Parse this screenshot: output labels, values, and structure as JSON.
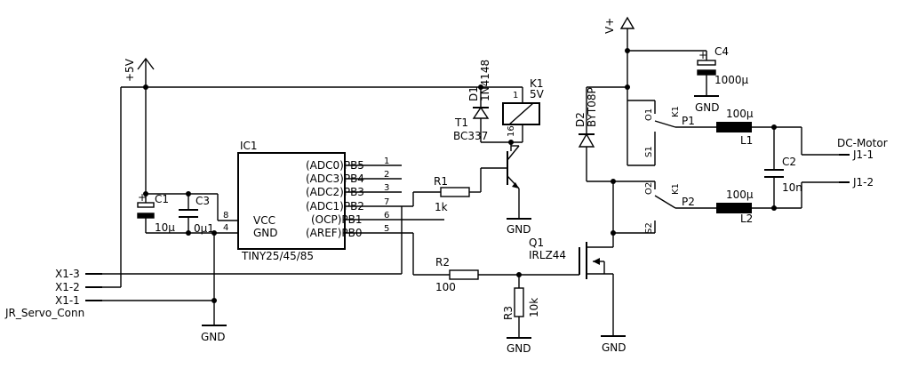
{
  "ic1": {
    "name": "IC1",
    "part": "TINY25/45/85",
    "pins_left": [
      {
        "num": "8",
        "label": "VCC"
      },
      {
        "num": "4",
        "label": "GND"
      }
    ],
    "pins_right": [
      {
        "num": "1",
        "label": "(ADC0)PB5"
      },
      {
        "num": "2",
        "label": "(ADC3)PB4"
      },
      {
        "num": "3",
        "label": "(ADC2)PB3"
      },
      {
        "num": "7",
        "label": "(ADC1)PB2"
      },
      {
        "num": "6",
        "label": "(OCP)PB1"
      },
      {
        "num": "5",
        "label": "(AREF)PB0"
      }
    ]
  },
  "supply": {
    "plus5v": "+5V",
    "vplus": "V+",
    "gnd": "GND"
  },
  "c1": {
    "name": "C1",
    "value": "10µ"
  },
  "c3": {
    "name": "C3",
    "value": "0µ1"
  },
  "c4": {
    "name": "C4",
    "value": "1000µ"
  },
  "c2": {
    "name": "C2",
    "value": "10n"
  },
  "d1": {
    "name": "D1",
    "value": "1N4148"
  },
  "d2": {
    "name": "D2",
    "value": "BYT08P"
  },
  "k1": {
    "name": "K1",
    "value": "5V",
    "pin1": "1",
    "pin16": "16",
    "o1": "O1",
    "o2": "O2",
    "s1": "S1",
    "s2": "S2",
    "p1": "P1",
    "p2": "P2"
  },
  "t1": {
    "name": "T1",
    "value": "BC337"
  },
  "r1": {
    "name": "R1",
    "value": "1k"
  },
  "r2": {
    "name": "R2",
    "value": "100"
  },
  "r3": {
    "name": "R3",
    "value": "10k"
  },
  "q1": {
    "name": "Q1",
    "value": "IRLZ44"
  },
  "l1": {
    "name": "L1",
    "value": "100µ"
  },
  "l2": {
    "name": "L2",
    "value": "100µ"
  },
  "connector_x1": {
    "pins": [
      "X1-3",
      "X1-2",
      "X1-1"
    ],
    "label": "JR_Servo_Conn"
  },
  "connector_j1": {
    "title": "DC-Motor",
    "pins": [
      "J1-1",
      "J1-2"
    ]
  }
}
